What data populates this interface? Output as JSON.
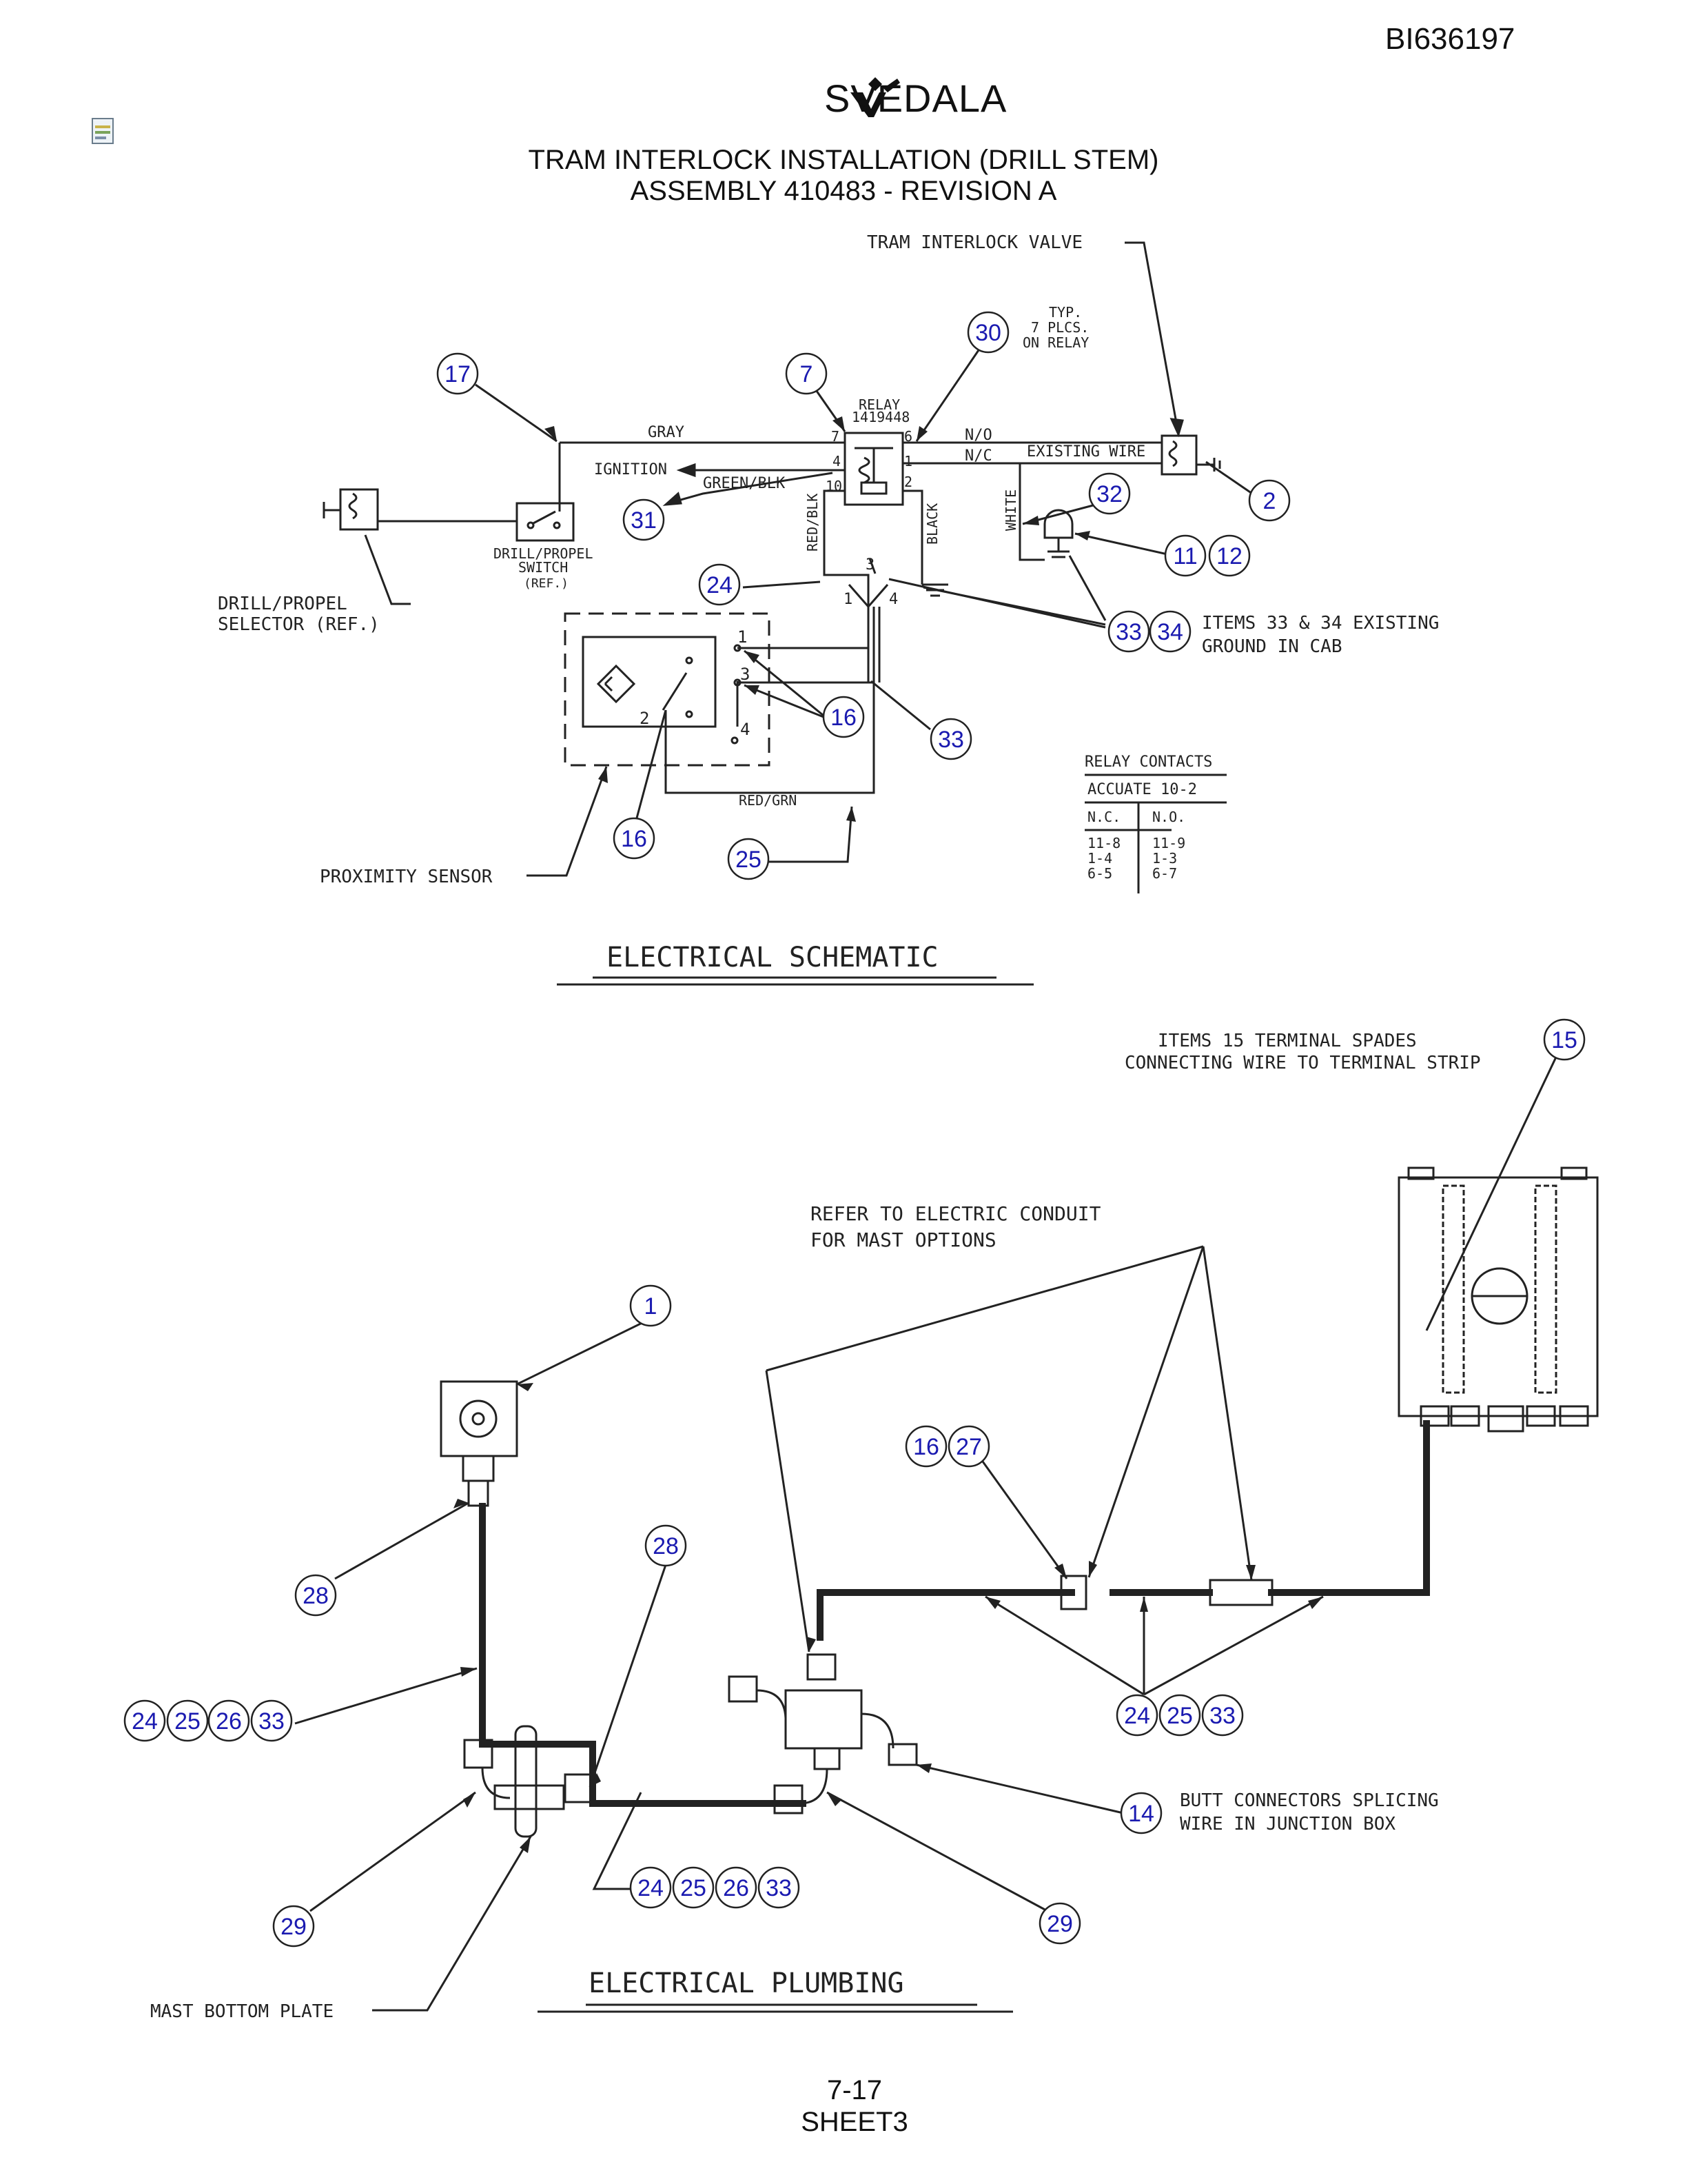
{
  "header": {
    "doc_id": "BI636197",
    "brand": "SVEDALA",
    "title_line1": "TRAM INTERLOCK INSTALLATION (DRILL STEM)",
    "title_line2": "ASSEMBLY 410483 - REVISION A"
  },
  "schematic": {
    "section_title": "ELECTRICAL SCHEMATIC",
    "labels": {
      "tram_valve": "TRAM INTERLOCK VALVE",
      "typ_1": "TYP.",
      "typ_2": "7 PLCS.",
      "typ_3": "ON RELAY",
      "relay_1": "RELAY",
      "relay_2": "1419448",
      "gray": "GRAY",
      "ignition": "IGNITION",
      "green_blk": "GREEN/BLK",
      "no": "N/O",
      "nc": "N/C",
      "existing_wire": "EXISTING WIRE",
      "white": "WHITE",
      "black": "BLACK",
      "red_blk": "RED/BLK",
      "red_grn": "RED/GRN",
      "switch_1": "DRILL/PROPEL",
      "switch_2": "SWITCH",
      "switch_3": "(REF.)",
      "selector_1": "DRILL/PROPEL",
      "selector_2": "SELECTOR (REF.)",
      "items_33_34_1": "ITEMS 33 & 34 EXISTING",
      "items_33_34_2": "GROUND IN CAB",
      "prox": "PROXIMITY SENSOR",
      "pin7": "7",
      "pin6": "6",
      "pin4": "4",
      "pin1": "1",
      "pin10": "10",
      "pin2": "2",
      "t3": "3",
      "t1": "1",
      "t4": "4",
      "s1": "1",
      "s3": "3",
      "s2": "2",
      "s4": "4"
    },
    "relay_table": {
      "header": "RELAY CONTACTS",
      "sub": "ACCUATE  10-2",
      "nc": "N.C.",
      "no": "N.O.",
      "nc_rows": [
        "11-8",
        "1-4",
        "6-5"
      ],
      "no_rows": [
        "11-9",
        "1-3",
        "6-7"
      ]
    }
  },
  "plumbing": {
    "section_title": "ELECTRICAL PLUMBING",
    "labels": {
      "items15_1": "ITEMS 15 TERMINAL SPADES",
      "items15_2": "CONNECTING WIRE TO TERMINAL STRIP",
      "conduit_1": "REFER TO ELECTRIC CONDUIT",
      "conduit_2": "FOR MAST OPTIONS",
      "butt_1": "BUTT CONNECTORS SPLICING",
      "butt_2": "WIRE IN JUNCTION BOX",
      "mast_plate": "MAST BOTTOM PLATE"
    }
  },
  "bubbles": [
    {
      "id": "b17",
      "text": "17"
    },
    {
      "id": "b7",
      "text": "7"
    },
    {
      "id": "b30",
      "text": "30"
    },
    {
      "id": "b2",
      "text": "2"
    },
    {
      "id": "b31",
      "text": "31"
    },
    {
      "id": "b32",
      "text": "32"
    },
    {
      "id": "b11",
      "text": "11"
    },
    {
      "id": "b12",
      "text": "12"
    },
    {
      "id": "b24a",
      "text": "24"
    },
    {
      "id": "b33a",
      "text": "33"
    },
    {
      "id": "b34",
      "text": "34"
    },
    {
      "id": "b16a",
      "text": "16"
    },
    {
      "id": "b33b",
      "text": "33"
    },
    {
      "id": "b16b",
      "text": "16"
    },
    {
      "id": "b25a",
      "text": "25"
    },
    {
      "id": "b15",
      "text": "15"
    },
    {
      "id": "b1",
      "text": "1"
    },
    {
      "id": "b16c",
      "text": "16"
    },
    {
      "id": "b27",
      "text": "27"
    },
    {
      "id": "b28a",
      "text": "28"
    },
    {
      "id": "b28b",
      "text": "28"
    },
    {
      "id": "b24b",
      "text": "24"
    },
    {
      "id": "b25b",
      "text": "25"
    },
    {
      "id": "b26b",
      "text": "26"
    },
    {
      "id": "b33c",
      "text": "33"
    },
    {
      "id": "b24c",
      "text": "24"
    },
    {
      "id": "b25c",
      "text": "25"
    },
    {
      "id": "b33d",
      "text": "33"
    },
    {
      "id": "b14",
      "text": "14"
    },
    {
      "id": "b24d",
      "text": "24"
    },
    {
      "id": "b25d",
      "text": "25"
    },
    {
      "id": "b26d",
      "text": "26"
    },
    {
      "id": "b33e",
      "text": "33"
    },
    {
      "id": "b29a",
      "text": "29"
    },
    {
      "id": "b29b",
      "text": "29"
    }
  ],
  "footer": {
    "page": "7-17",
    "sheet": "SHEET3"
  }
}
